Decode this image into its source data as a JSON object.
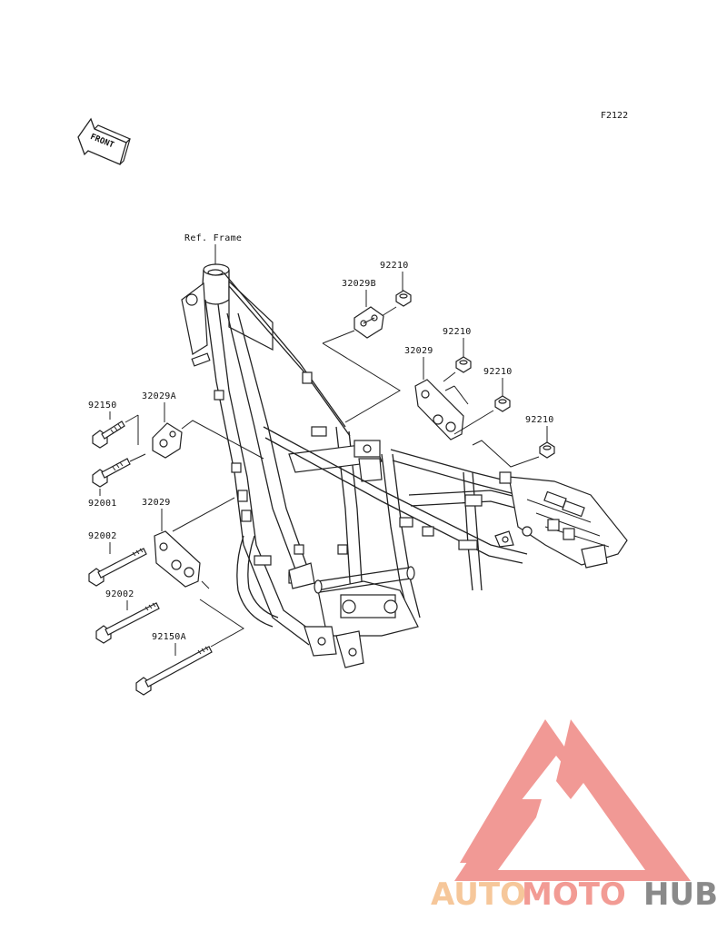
{
  "figure_id": "F2122",
  "front_arrow_label": "FRONT",
  "ref_frame_label": "Ref. Frame",
  "callouts": {
    "p92210_a": "92210",
    "p32029B": "32029B",
    "p92210_b": "92210",
    "p32029_upper": "32029",
    "p92210_c": "92210",
    "p92210_d": "92210",
    "p92150": "92150",
    "p32029A": "32029A",
    "p92001": "92001",
    "p32029_lower": "32029",
    "p92002_a": "92002",
    "p92002_b": "92002",
    "p92150A": "92150A"
  },
  "watermark": {
    "part1": "AUTO",
    "part2": "MOTO",
    "part3": "HUB",
    "color_auto": "#f6c79a",
    "color_moto": "#f29b94",
    "color_hub": "#8a8a8a",
    "logo_color": "#f08f8a"
  }
}
